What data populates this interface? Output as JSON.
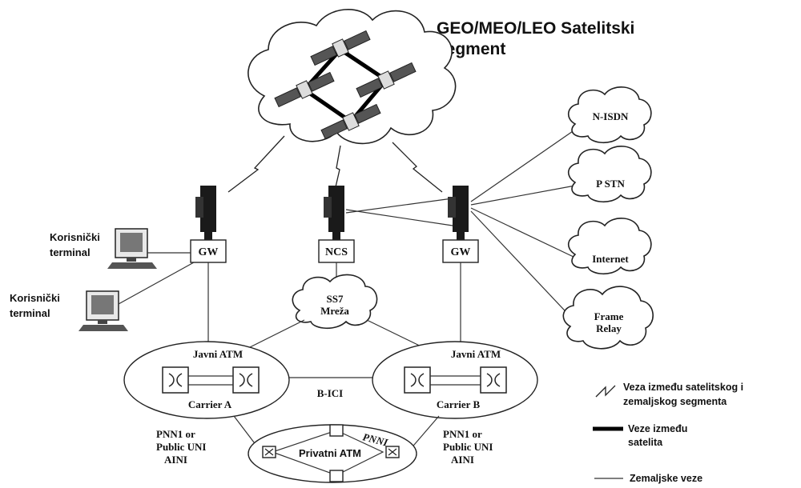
{
  "title": {
    "line1": "GEO/MEO/LEO Satelitski",
    "line2": "segment"
  },
  "terminals": [
    {
      "line1": "Korisnički",
      "line2": "terminal"
    },
    {
      "line1": "Korisnički",
      "line2": "terminal"
    }
  ],
  "nodes": {
    "gw_left": "GW",
    "ncs": "NCS",
    "gw_right": "GW"
  },
  "external_networks": [
    "N-ISDN",
    "P STN",
    "Internet",
    "Frame",
    "Relay"
  ],
  "ss7": {
    "line1": "SS7",
    "line2": "Mreža"
  },
  "atm_a": {
    "title": "Javni ATM",
    "carrier": "Carrier A"
  },
  "atm_b": {
    "title": "Javni ATM",
    "carrier": "Carrier B"
  },
  "bici": "B-ICI",
  "interface_left": [
    "PNN1 or",
    "Public UNI",
    "AINI"
  ],
  "interface_right": [
    "PNN1 or",
    "Public UNI",
    "AINI"
  ],
  "private_atm": {
    "label": "Privatni ATM",
    "pnni": "PNNI"
  },
  "legend": {
    "satellite_ground": [
      "Veza između satelitskog i",
      "zemaljskog segmenta"
    ],
    "inter_satellite": [
      "Veze između",
      "satelita"
    ],
    "ground": "Zemaljske veze"
  }
}
